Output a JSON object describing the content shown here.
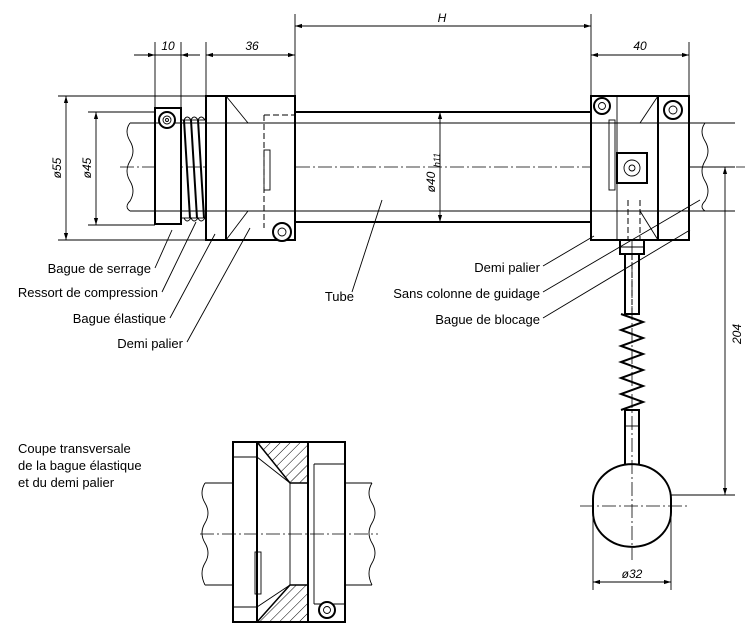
{
  "dimensions": {
    "d10": "10",
    "d36": "36",
    "dH": "H",
    "d40": "40",
    "dia55": "ø55",
    "dia45": "ø45",
    "dia40": "ø40",
    "dia40_tol": "h11",
    "d204": "204",
    "dia32": "ø32"
  },
  "labels": {
    "bague_serrage": "Bague de serrage",
    "ressort": "Ressort de compression",
    "bague_elastique": "Bague élastique",
    "demi_palier_left": "Demi palier",
    "tube": "Tube",
    "demi_palier_right": "Demi palier",
    "sans_colonne": "Sans colonne de guidage",
    "bague_blocage": "Bague de blocage"
  },
  "section_caption": [
    "Coupe transversale",
    "de la bague élastique",
    "et du demi palier"
  ]
}
